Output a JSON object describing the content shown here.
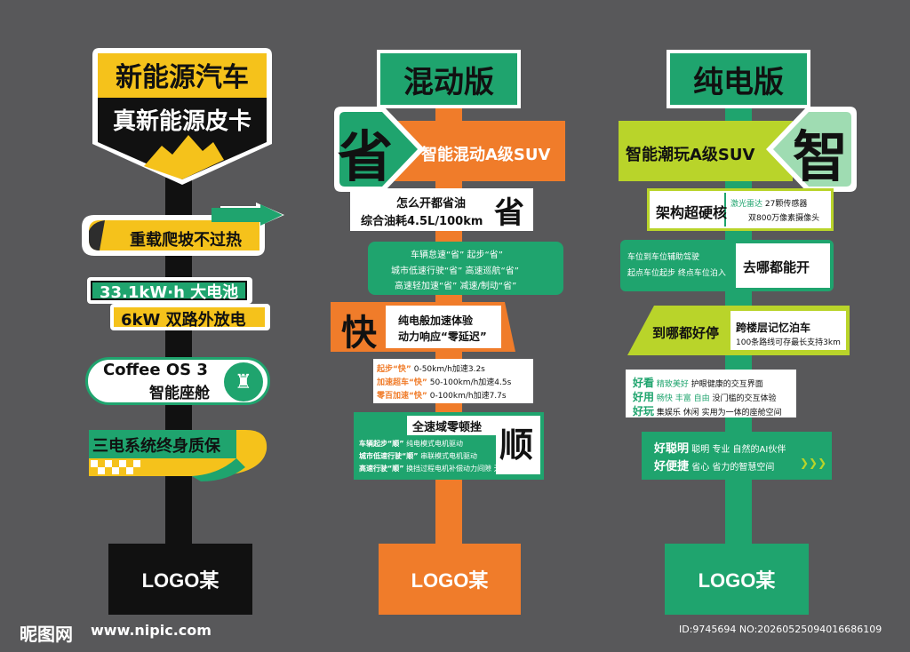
{
  "colors": {
    "background": "#58585a",
    "yellow": "#f5c21b",
    "black": "#111111",
    "green": "#1fa46e",
    "orange": "#f07c2a",
    "lime": "#b9d42a",
    "white": "#ffffff"
  },
  "left": {
    "title": "新能源汽车",
    "subtitle": "真新能源皮卡",
    "climb": "重载爬坡不过热",
    "battery": "33.1kW·h 大电池",
    "discharge": "6kW 双路外放电",
    "os_line1": "Coffee OS 3",
    "os_line2": "智能座舱",
    "warranty": "三电系统终身质保",
    "logo": "LOGO某"
  },
  "middle": {
    "title": "混动版",
    "sheng_char": "省",
    "suv": "智能混动A级SUV",
    "oil_line1": "怎么开都省油",
    "oil_line2": "综合油耗4.5L/100km",
    "sheng_small": "省",
    "feat_line1": "车辆怠速“省”  起步“省”",
    "feat_line2": "城市低速行驶“省”  高速巡航“省”",
    "feat_line3": "高速轻加速“省”  减速/制动“省”",
    "kuai_char": "快",
    "kuai_line1": "纯电般加速体验",
    "kuai_line2": "动力响应“零延迟”",
    "accel": [
      {
        "label": "起步“快”",
        "value": "0-50km/h加速3.2s"
      },
      {
        "label": "加速超车“快”",
        "value": "50-100km/h加速4.5s"
      },
      {
        "label": "零百加速“快”",
        "value": "0-100km/h加速7.7s"
      }
    ],
    "shun_title": "全速域零顿挫",
    "shun_char": "顺",
    "shun_rows": [
      {
        "label": "车辆起步“顺”",
        "value": "纯电模式电机驱动"
      },
      {
        "label": "城市低速行驶“顺”",
        "value": "串联模式电机驱动"
      },
      {
        "label": "高速行驶“顺”",
        "value": "换挡过程电机补偿动力间隙 无缝切换"
      }
    ],
    "logo": "LOGO某"
  },
  "right": {
    "title": "纯电版",
    "suv": "智能潮玩A级SUV",
    "zhi_char": "智",
    "arch": "架构超硬核",
    "lidar_label": "激光雷达",
    "sensors": "27颗传感器",
    "cameras": "双800万像素摄像头",
    "park_line1": "车位到车位辅助驾驶",
    "park_line2": "起点车位起步 终点车位泊入",
    "go": "去哪都能开",
    "stop": "到哪都好停",
    "memory_title": "跨楼层记忆泊车",
    "memory_desc": "100条路线可存最长支持3km",
    "fun_rows": [
      {
        "label": "好看",
        "tag": "精致美好",
        "desc": "护眼健康的交互界面"
      },
      {
        "label": "好用",
        "tag": "畅快 丰富 自由",
        "desc": "没门槛的交互体验"
      },
      {
        "label": "好玩",
        "tag": "集娱乐 休闲 实用为一体的座舱空间",
        "desc": ""
      }
    ],
    "smart_rows": [
      {
        "label": "好聪明",
        "desc": "聪明 专业 自然的AI伙伴"
      },
      {
        "label": "好便捷",
        "desc": "省心 省力的智慧空间"
      }
    ],
    "logo": "LOGO某"
  },
  "watermark": {
    "brand": "昵图网",
    "url": "www.nipic.com",
    "id": "ID:9745694 NO:20260525094016686109"
  }
}
